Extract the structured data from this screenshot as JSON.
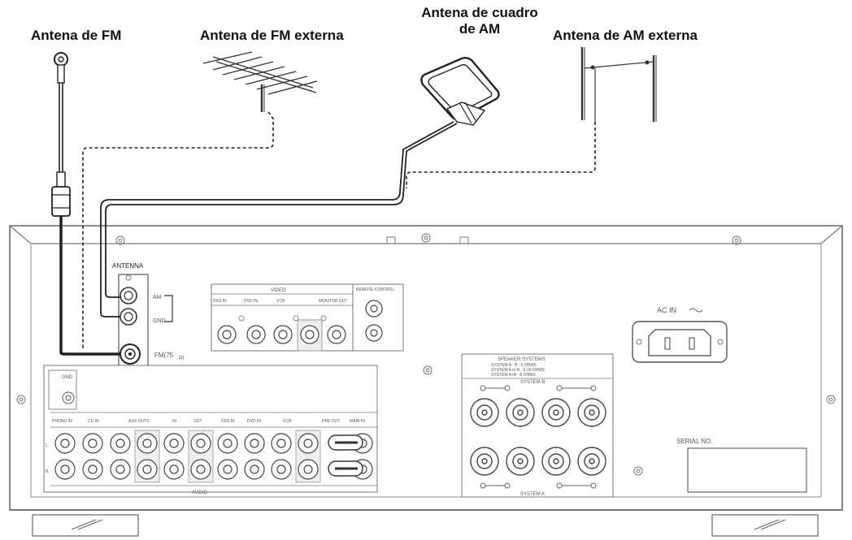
{
  "titles": {
    "fm_antenna": "Antena de FM",
    "fm_external": "Antena de FM externa",
    "am_loop_line1": "Antena de cuadro",
    "am_loop_line2": "de AM",
    "am_external": "Antena de AM externa"
  },
  "panel": {
    "antenna": "ANTENNA",
    "am": "AM",
    "gnd": "GND",
    "fm": "FM(75",
    "fm_unit": "Ω)",
    "video": "VIDEO",
    "remote_control": "REMOTE CONTROL",
    "audio": "AUDIO",
    "ac_in": "AC IN",
    "serial_no": "SERIAL NO.",
    "speaker_systems": "SPEAKER SYSTEMS",
    "speaker_spec_1": "SYSTEM A · B : 6 OHMS",
    "speaker_spec_2": "SYSTEM A or B : 6-16 OHMS",
    "speaker_spec_3": "SYSTEM A+B : 8 OHMS",
    "system_b": "SYSTEM B",
    "system_a": "SYSTEM A",
    "gnd_small": "GND",
    "video_jacks": [
      "DSS IN",
      "DVD IN",
      "VCR",
      "MONITOR OUT"
    ],
    "audio_jacks": [
      "PHONO IN",
      "CD IN",
      "AUX OUTS",
      "IN",
      "OUT",
      "DSS IN",
      "DVD IN",
      "VCR",
      "PRE OUT",
      "MAIN IN"
    ]
  }
}
